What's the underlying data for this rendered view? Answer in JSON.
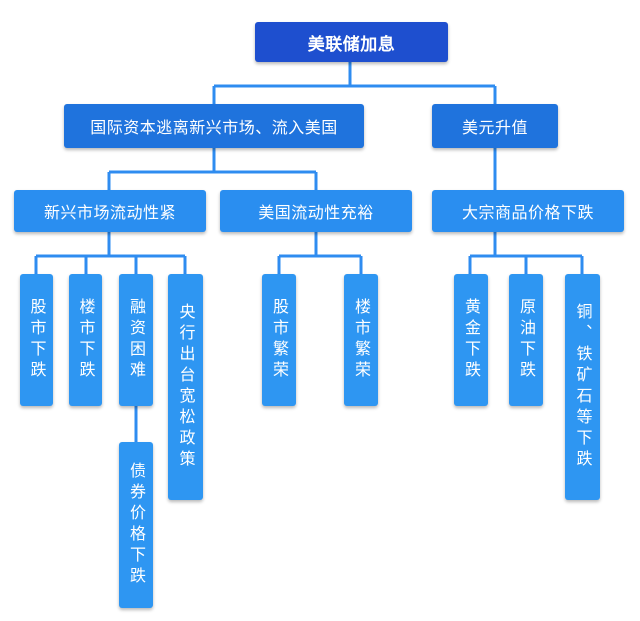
{
  "root": {
    "label": "美联储加息"
  },
  "level1": [
    {
      "id": "capital",
      "label": "国际资本逃离新兴市场、流入美国"
    },
    {
      "id": "usd",
      "label": "美元升值"
    }
  ],
  "level2": [
    {
      "id": "em",
      "label": "新兴市场流动性紧"
    },
    {
      "id": "us",
      "label": "美国流动性充裕"
    },
    {
      "id": "commodity",
      "label": "大宗商品价格下跌"
    }
  ],
  "leaves": [
    {
      "id": "stock-down",
      "label": "股市下跌"
    },
    {
      "id": "property-down",
      "label": "楼市下跌"
    },
    {
      "id": "financing-hard",
      "label": "融资困难"
    },
    {
      "id": "central-bank",
      "label": "央行出台宽松政策"
    },
    {
      "id": "bond-down",
      "label": "债券价格下跌"
    },
    {
      "id": "stock-boom",
      "label": "股市繁荣"
    },
    {
      "id": "property-boom",
      "label": "楼市繁荣"
    },
    {
      "id": "gold-down",
      "label": "黄金下跌"
    },
    {
      "id": "oil-down",
      "label": "原油下跌"
    },
    {
      "id": "copper-iron-down",
      "label": "铜、铁矿石等下跌"
    }
  ],
  "colors": {
    "root": "#1e4fcf",
    "level1": "#1f73dd",
    "level2": "#2a8ef0",
    "leaf": "#2e96f2",
    "connector": "#2f8cf0"
  }
}
